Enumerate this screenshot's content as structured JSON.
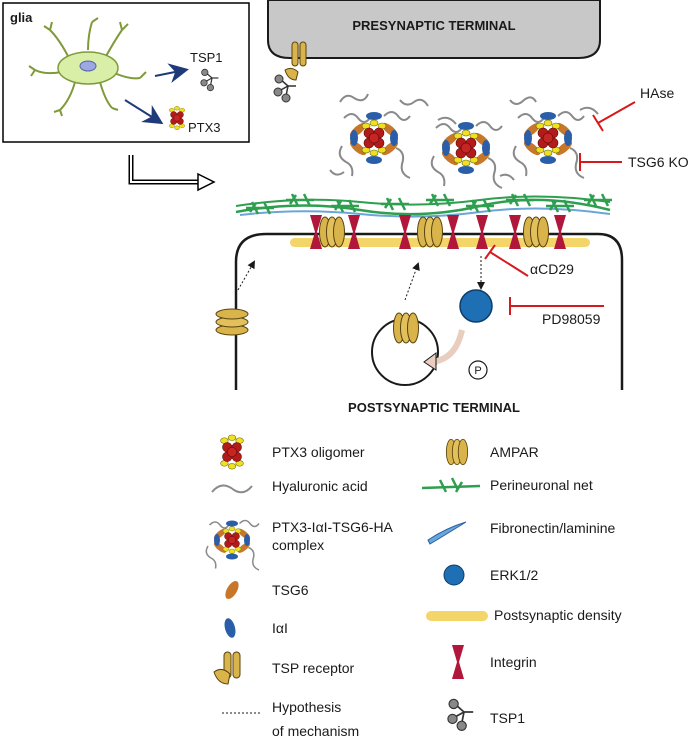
{
  "figure": {
    "glia_label": "glia",
    "glia_tsp1_label": "TSP1",
    "glia_ptx3_label": "PTX3",
    "presynaptic_label": "PRESYNAPTIC TERMINAL",
    "postsynaptic_label": "POSTSYNAPTIC TERMINAL",
    "inhibitors": {
      "hase": "HAse",
      "tsg6_ko": "TSG6 KO",
      "acd29": "αCD29",
      "pd98059": "PD98059"
    },
    "phospho_label": "P"
  },
  "legend": {
    "left": [
      {
        "icon": "ptx3-oligomer-icon",
        "label": "PTX3 oligomer"
      },
      {
        "icon": "hyaluronic-acid-icon",
        "label": "Hyaluronic acid"
      },
      {
        "icon": "complex-icon",
        "label": "PTX3-IαI-TSG6-HA",
        "label2": "complex"
      },
      {
        "icon": "tsg6-icon",
        "label": "TSG6"
      },
      {
        "icon": "iai-icon",
        "label": "IαI"
      },
      {
        "icon": "tsp-receptor-icon",
        "label": "TSP receptor"
      },
      {
        "icon": "hypothesis-line-icon",
        "label": "Hypothesis",
        "label2": "of mechanism"
      }
    ],
    "right": [
      {
        "icon": "ampar-icon",
        "label": "AMPAR"
      },
      {
        "icon": "perineuronal-net-icon",
        "label": "Perineuronal net"
      },
      {
        "icon": "fibronectin-icon",
        "label": "Fibronectin/laminine"
      },
      {
        "icon": "erk-icon",
        "label": "ERK1/2"
      },
      {
        "icon": "psd-icon",
        "label": "Postsynaptic density"
      },
      {
        "icon": "integrin-icon",
        "label": "Integrin"
      },
      {
        "icon": "tsp1-icon",
        "label": "TSP1"
      }
    ]
  },
  "colors": {
    "presynaptic_fill": "#c8c8c8",
    "inhibitor_red": "#d7191c",
    "ampar_gold": "#d9b44a",
    "psd_yellow": "#f4d56a",
    "net_green": "#2e9e4f",
    "erk_blue": "#1f6fb5",
    "integrin_red": "#b0173a",
    "glia_green": "#d9efa8",
    "ptx3_red": "#b31b1b",
    "ptx3_yellow": "#f0e020",
    "tsg6_orange": "#c8772a",
    "iai_blue": "#2a5ea8"
  }
}
